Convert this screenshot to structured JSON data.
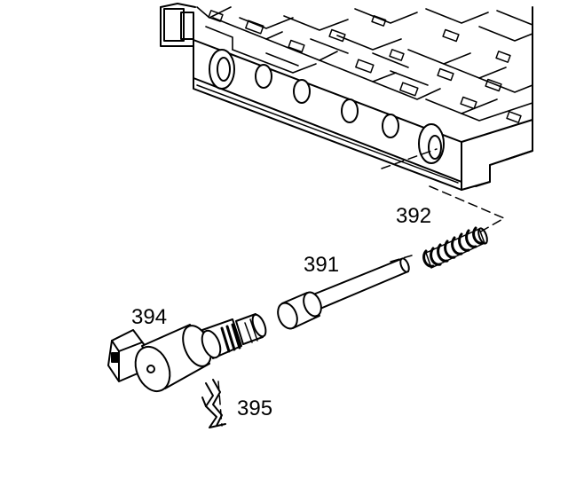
{
  "callouts": {
    "spring": "392",
    "valve": "391",
    "solenoid": "394",
    "clip": "395"
  },
  "colors": {
    "ink": "#000000",
    "paper": "#ffffff"
  },
  "icons": {
    "valve_body": "valve-body-casting-icon",
    "spring": "coil-spring-icon",
    "valve": "spool-valve-icon",
    "solenoid": "solenoid-icon",
    "clip": "retainer-clip-icon"
  }
}
